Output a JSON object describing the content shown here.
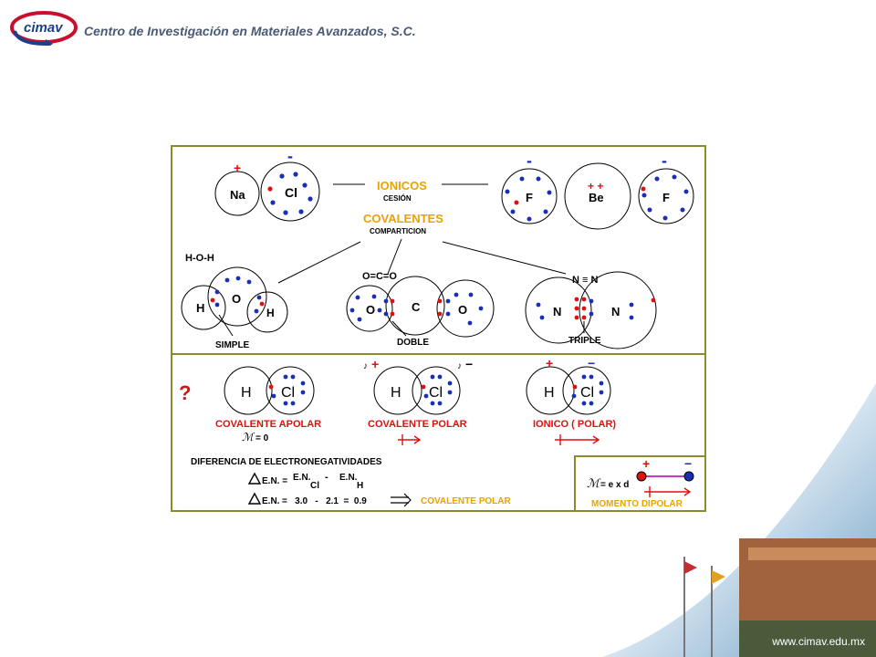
{
  "header": {
    "logo_text": "cimav",
    "org_title": "Centro de Investigación en Materiales Avanzados, S.C."
  },
  "footer": {
    "url": "www.cimav.edu.mx"
  },
  "colors": {
    "frame": "#8b8b2a",
    "accent_orange": "#e8a400",
    "red": "#dd1111",
    "blue": "#1a2fb4",
    "magenta": "#cc33cc"
  },
  "top": {
    "ionicos": "IONICOS",
    "cesion": "CESIÓN",
    "covalentes": "COVALENTES",
    "comparticion": "COMPARTICION",
    "nacl": {
      "na": "Na",
      "cl": "Cl",
      "plus": "+",
      "minus": "-"
    },
    "bef2": {
      "f1": "F",
      "be": "Be",
      "f2": "F",
      "plusplus": "+ +",
      "minus1": "-",
      "minus2": "-"
    },
    "water": {
      "formula": "H-O-H",
      "h1": "H",
      "o": "O",
      "h2": "H",
      "label": "SIMPLE"
    },
    "co2": {
      "formula": "O=C=O",
      "o1": "O",
      "c": "C",
      "o2": "O",
      "label": "DOBLE"
    },
    "n2": {
      "formula": "N ≡ N",
      "n1": "N",
      "n2": "N",
      "label": "TRIPLE"
    }
  },
  "bottom": {
    "question": "?",
    "apolar": {
      "h": "H",
      "cl": "Cl",
      "label": "COVALENTE APOLAR",
      "mu": "= 0"
    },
    "polar": {
      "h": "H",
      "cl": "Cl",
      "label": "COVALENTE POLAR",
      "dplus": "+",
      "dminus": "−"
    },
    "ionico": {
      "h": "H",
      "cl": "Cl",
      "label": "IONICO ( POLAR)",
      "plus": "+",
      "minus": "−"
    },
    "diff_title": "DIFERENCIA DE ELECTRONEGATIVIDADES",
    "eq1": {
      "lhs": "E.N. =",
      "en_cl": "E.N.",
      "sub_cl": "Cl",
      "minus": "-",
      "en_h": "E.N.",
      "sub_h": "H"
    },
    "eq2": {
      "lhs": "E.N.",
      "rhs": "=   3.0   -   2.1  =  0.9",
      "result": "COVALENTE POLAR"
    },
    "dipole": {
      "plus": "+",
      "minus": "−",
      "formula": "= e x d",
      "label": "MOMENTO DIPOLAR"
    }
  }
}
